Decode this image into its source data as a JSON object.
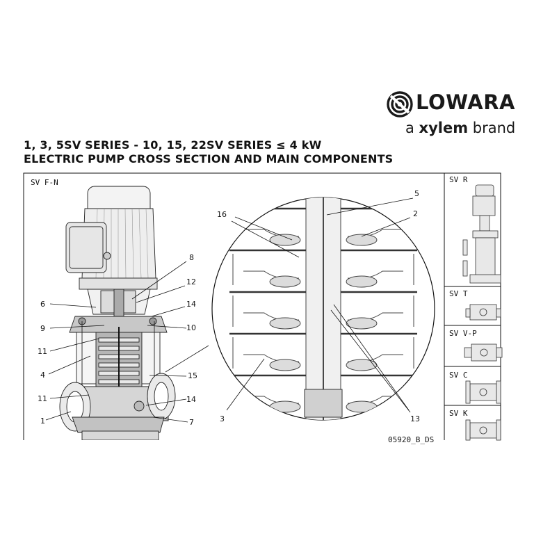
{
  "brand": {
    "name": "LOWARA",
    "tagline_prefix": "a ",
    "tagline_brand": "xylem",
    "tagline_suffix": " brand",
    "logo_icon": "lowara-swirl-icon"
  },
  "title": {
    "line1": "1, 3, 5SV SERIES - 10, 15, 22SV SERIES ≤ 4 kW",
    "line2": "ELECTRIC PUMP CROSS SECTION AND MAIN COMPONENTS"
  },
  "main_view": {
    "label": "SV F-N",
    "drawing_code": "05920_B_DS"
  },
  "callouts": {
    "c1": "1",
    "c2": "2",
    "c3": "3",
    "c4": "4",
    "c5": "5",
    "c6": "6",
    "c7": "7",
    "c8": "8",
    "c9": "9",
    "c10": "10",
    "c11a": "11",
    "c11b": "11",
    "c12": "12",
    "c13": "13",
    "c14a": "14",
    "c14b": "14",
    "c15": "15",
    "c16": "16"
  },
  "variants": [
    {
      "label": "SV R"
    },
    {
      "label": "SV T"
    },
    {
      "label": "SV V-P"
    },
    {
      "label": "SV C"
    },
    {
      "label": "SV K"
    }
  ]
}
